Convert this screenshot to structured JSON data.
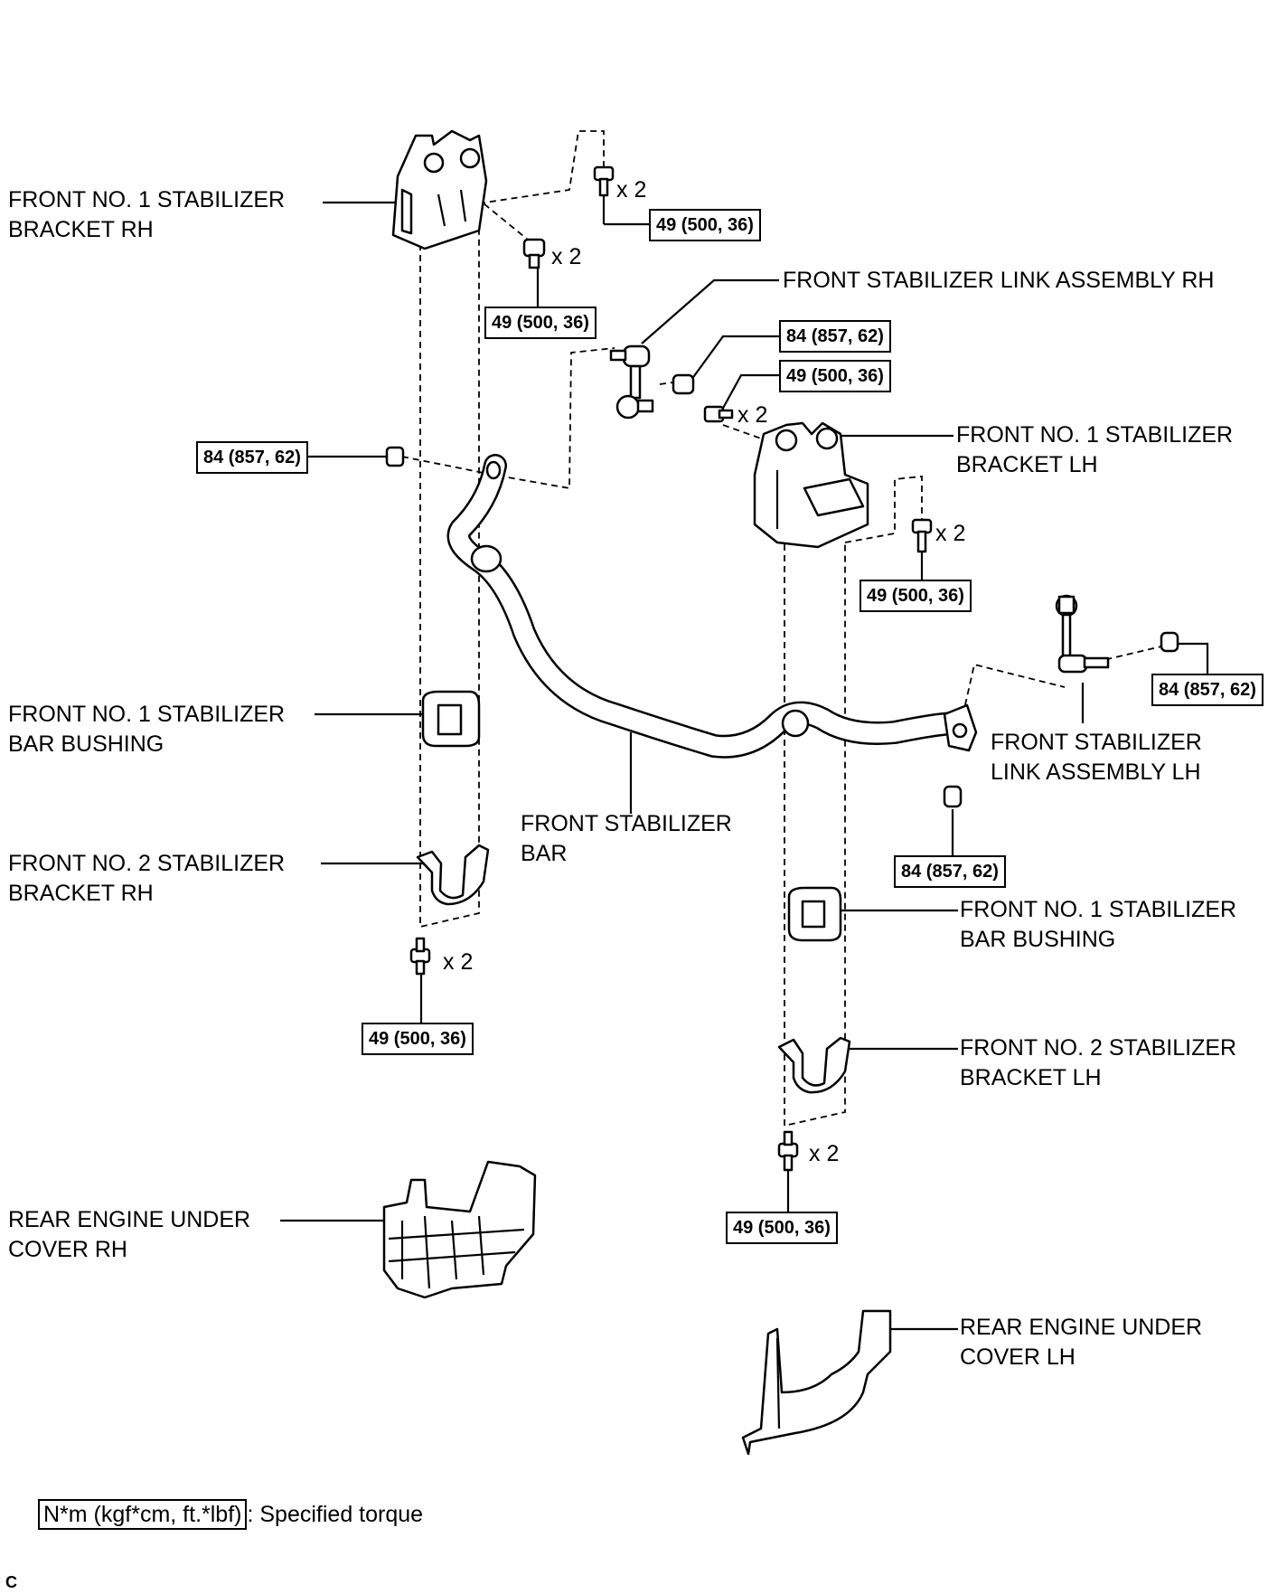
{
  "labels": {
    "bracket_rh_1": [
      "FRONT NO. 1 STABILIZER",
      "BRACKET RH"
    ],
    "link_rh": [
      "FRONT STABILIZER LINK ASSEMBLY RH"
    ],
    "bracket_lh_1": [
      "FRONT NO. 1 STABILIZER",
      "BRACKET LH"
    ],
    "bushing_rh": [
      "FRONT NO. 1 STABILIZER",
      "BAR BUSHING"
    ],
    "stabilizer_bar": [
      "FRONT STABILIZER",
      "BAR"
    ],
    "link_lh": [
      "FRONT STABILIZER",
      "LINK ASSEMBLY LH"
    ],
    "bracket_rh_2": [
      "FRONT NO. 2 STABILIZER",
      "BRACKET RH"
    ],
    "bushing_lh": [
      "FRONT NO. 1 STABILIZER",
      "BAR BUSHING"
    ],
    "bracket_lh_2": [
      "FRONT NO. 2 STABILIZER",
      "BRACKET LH"
    ],
    "cover_rh": [
      "REAR ENGINE UNDER",
      "COVER RH"
    ],
    "cover_lh": [
      "REAR ENGINE UNDER",
      "COVER LH"
    ]
  },
  "torque": {
    "t1": "49 (500, 36)",
    "t2": "49 (500, 36)",
    "t3": "84 (857, 62)",
    "t4": "49 (500, 36)",
    "t5": "84 (857, 62)",
    "t6": "49 (500, 36)",
    "t7": "84 (857, 62)",
    "t8": "84 (857, 62)",
    "t9": "49 (500, 36)",
    "t10": "49 (500, 36)"
  },
  "multipliers": {
    "m1": "x 2",
    "m2": "x 2",
    "m3": "x 2",
    "m4": "x 2",
    "m5": "x 2",
    "m6": "x 2"
  },
  "legend": {
    "unit": "N*m (kgf*cm, ft.*lbf)",
    "text": ": Specified torque"
  },
  "corner_mark": "C"
}
